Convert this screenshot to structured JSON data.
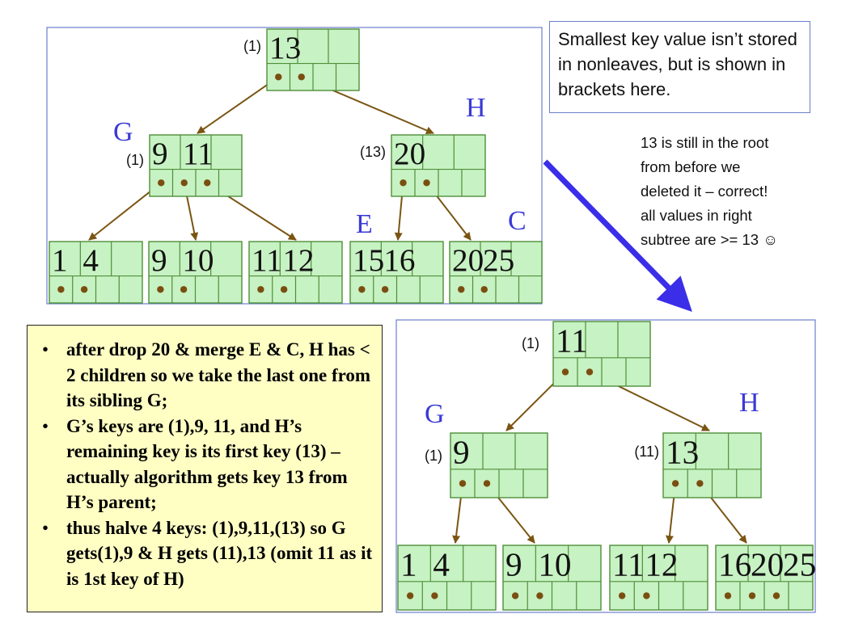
{
  "colors": {
    "node_fill": "#c7f2c3",
    "node_border": "#4f8f3a",
    "pointer_dot": "#7a4e10",
    "edge": "#7a5512",
    "label_blue": "#3a3ad6",
    "panel_border": "#6a7ecc",
    "big_arrow": "#3a2ee8",
    "explain_bg": "#ffffc4"
  },
  "note_box": {
    "text": "Smallest key value isn’t stored in nonleaves, but is shown in brackets here."
  },
  "side_note": {
    "lines": [
      "13 is still in the root",
      "from before we",
      "deleted it – correct!",
      "all values in right",
      "subtree are >= 13 ☺"
    ]
  },
  "explanation": {
    "bullet_symbol": "•",
    "bullets": [
      "after drop 20 & merge E & C, H has < 2 children so we take the last one from its sibling G;",
      "G’s keys are (1),9, 11, and H’s remaining key is its first key (13) – actually algorithm gets key 13 from H’s parent;",
      "thus halve 4 keys: (1),9,11,(13) so G gets(1),9 & H gets (11),13 (omit 11 as it is 1st key of H)"
    ]
  },
  "before_tree": {
    "root": {
      "bracket": "(1)",
      "keys": [
        "13",
        "",
        ""
      ]
    },
    "left": {
      "label": "G",
      "bracket": "(1)",
      "keys": [
        "9",
        "11",
        ""
      ]
    },
    "right": {
      "label": "H",
      "bracket": "(13)",
      "keys": [
        "20",
        "",
        ""
      ]
    },
    "leaves": [
      {
        "label": "",
        "keys": [
          "1",
          "4",
          ""
        ],
        "pointers": 2
      },
      {
        "label": "",
        "keys": [
          "9",
          "10",
          ""
        ],
        "pointers": 2
      },
      {
        "label": "",
        "keys": [
          "11",
          "12",
          ""
        ],
        "pointers": 2
      },
      {
        "label": "E",
        "keys": [
          "15",
          "16",
          ""
        ],
        "pointers": 2
      },
      {
        "label": "C",
        "keys": [
          "20",
          "25",
          ""
        ],
        "pointers": 2
      }
    ]
  },
  "after_tree": {
    "root": {
      "bracket": "(1)",
      "keys": [
        "11",
        "",
        ""
      ]
    },
    "left": {
      "label": "G",
      "bracket": "(1)",
      "keys": [
        "9",
        "",
        ""
      ]
    },
    "right": {
      "label": "H",
      "bracket": "(11)",
      "keys": [
        "13",
        "",
        ""
      ]
    },
    "leaves": [
      {
        "keys": [
          "1",
          "4",
          ""
        ],
        "pointers": 2
      },
      {
        "keys": [
          "9",
          "10",
          ""
        ],
        "pointers": 2
      },
      {
        "keys": [
          "11",
          "12",
          ""
        ],
        "pointers": 2
      },
      {
        "keys": [
          "16",
          "20",
          "25"
        ],
        "pointers": 3
      }
    ]
  }
}
